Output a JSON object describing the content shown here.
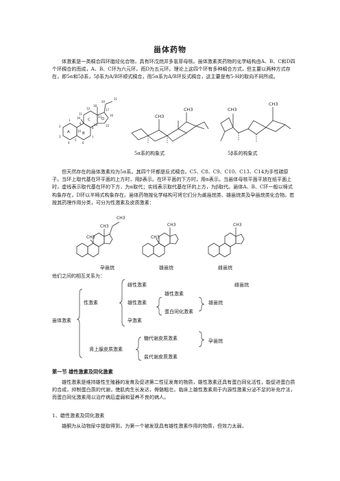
{
  "title": "甾体药物",
  "intro": "体激素是一类稠合四环脂烃化合物，具有环戊烷并多氢菲母核。甾体激素类药物的化学结构由A、B、C和D四个环稠合的而成，A、B、C环为六元环，而D为五元环。理论上这四个环有多种稠合方式，但主要以两种方式存在，即5α和5β系，5β系为A/B环顺式稠合，而5α系为A/B环反式稠合，这主要是有5-H的取向不同所成。",
  "ring_labels": [
    "A",
    "B",
    "C",
    "D"
  ],
  "atom_numbers": [
    "1",
    "2",
    "3",
    "4",
    "5",
    "6",
    "7",
    "8",
    "9",
    "10",
    "11",
    "12",
    "13",
    "14",
    "15",
    "16",
    "17",
    "18",
    "19",
    "20",
    "21"
  ],
  "methyl_label": "CH3",
  "captions": {
    "alpha": "5α系的构象式",
    "beta": "5β系的构象式"
  },
  "para2": "但天然存在的甾体激素均为5α系。其四个环都是反式稠合。C5、C8、C9、C10、C13、C14为手性碳原子。当环上取代基在环平面的上方时，用β表示。在环平面的下方时，用α表示。当甾体母核平面平放在纸平面上时，虚线表示取代基在环的下方，为α取代；实线表示取代基在环的上方，为β取代。甾体A、B、C环一般以椅式构象存在，D环以半椅式构象存在。甾体药物按化学结构可将它们分为雌甾烷类、雄甾烷类及孕甾烷类化合物。若按其药理作用分类，可分为性激素及皮质激素：",
  "struct_names": [
    "孕甾烷",
    "雄甾烷",
    "雌甾烷"
  ],
  "relation_intro": "他们之间的相互关系为：",
  "tree": {
    "root": "甾体激素",
    "sex": "性激素",
    "estrogen": "雌性激素",
    "androgen": "雄性激素",
    "progestin": "孕激素",
    "protein": "蛋白同化激素",
    "cortico": "肾上腺皮质激素",
    "gluco": "糖代谢皮质激素",
    "mineral": "盐代谢皮质激素",
    "estrane": "雌甾烷",
    "androstane": "雄甾烷",
    "pregnane": "孕甾烷"
  },
  "section": "第一节  雄性激素及同化激素",
  "para3": "雄性激素是维持雄性生殖器的发育及促进第二性征发育的物质，雄性激素还具有蛋白同化活性，能促进蛋白质的合成，抑制蛋白质的代谢，使肌肉生长发达，骨骼粗壮。临床上雄性激素用于内源性激素分泌不足的补充疗法，而蛋白同化激素用以治疗病后虚弱和营养不良的病人。",
  "subsection": "1、雄性激素及同化激素",
  "para4": "雄酮为从动物尿中提取得到，为第一个被发现具有雄性激素作用的物质，但效力太弱，"
}
